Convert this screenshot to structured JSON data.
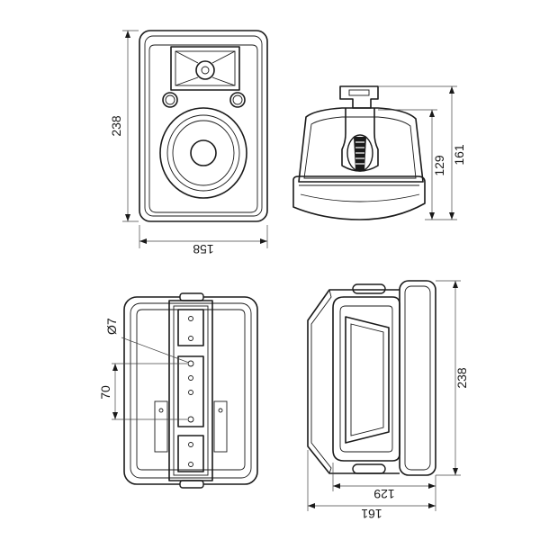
{
  "front_view": {
    "height_label": "238",
    "width_label": "158"
  },
  "side_view": {
    "height_label": "161",
    "bracket_label": "129"
  },
  "rear_view": {
    "hole_label": "Ø7",
    "spacing_label": "70"
  },
  "top_view": {
    "depth_label": "238",
    "bracket_label": "129",
    "width_label": "161"
  }
}
